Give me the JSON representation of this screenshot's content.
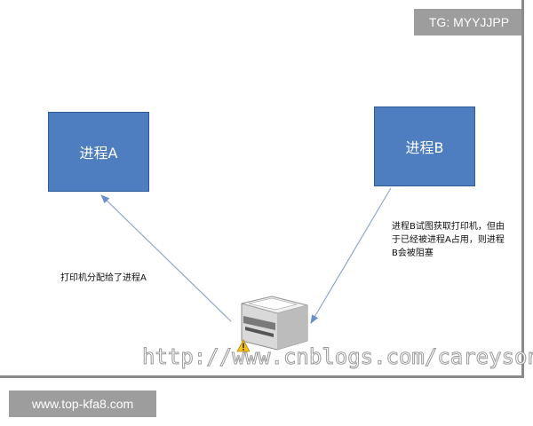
{
  "tags": {
    "top_right": "TG: MYYJJPP",
    "bottom_left": "www.top-kfa8.com"
  },
  "diagram": {
    "process_a": {
      "label": "进程A",
      "color": "#4f7ec0"
    },
    "process_b": {
      "label": "进程B",
      "color": "#4f7ec0"
    },
    "annotation_allocated": "打印机分配给了进程A",
    "annotation_waiting": "进程B试图获取打印机，但由于已经被进程A占用，则进程B会被阻塞",
    "printer_icon": "printer-icon",
    "warning_icon": "warning-icon",
    "arrow_color": "#8fa8cf"
  },
  "watermark": "http://www.cnblogs.com/careyson"
}
